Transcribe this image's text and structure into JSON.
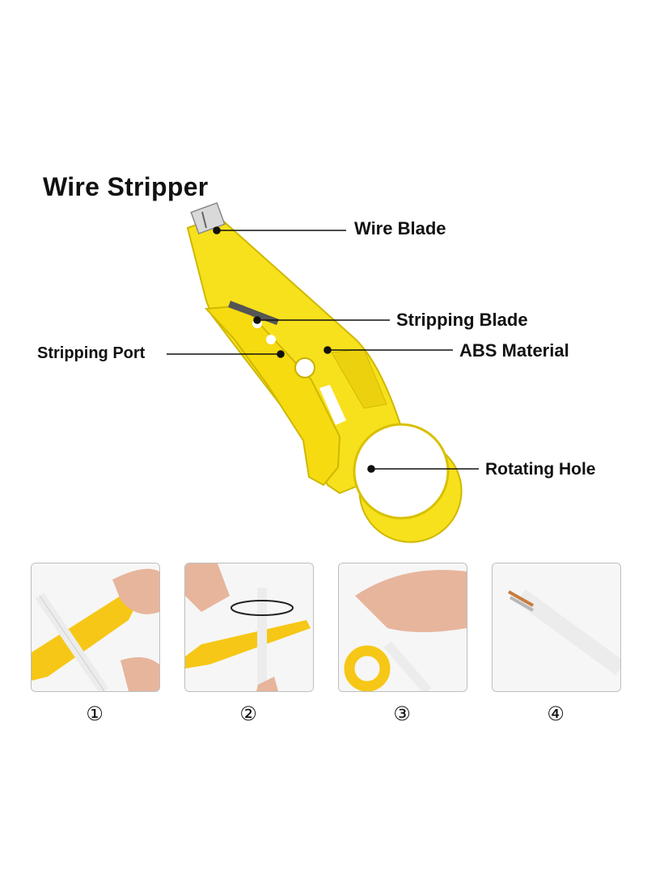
{
  "title": "Wire Stripper",
  "labels": {
    "wire_blade": "Wire Blade",
    "stripping_blade": "Stripping Blade",
    "stripping_port": "Stripping Port",
    "abs_material": "ABS Material",
    "rotating_hole": "Rotating Hole"
  },
  "steps": [
    "①",
    "②",
    "③",
    "④"
  ],
  "colors": {
    "tool_yellow": "#f7e11c",
    "tool_shadow": "#d8c000",
    "wire_white": "#f0f0f0",
    "skin": "#e8b9a0"
  }
}
